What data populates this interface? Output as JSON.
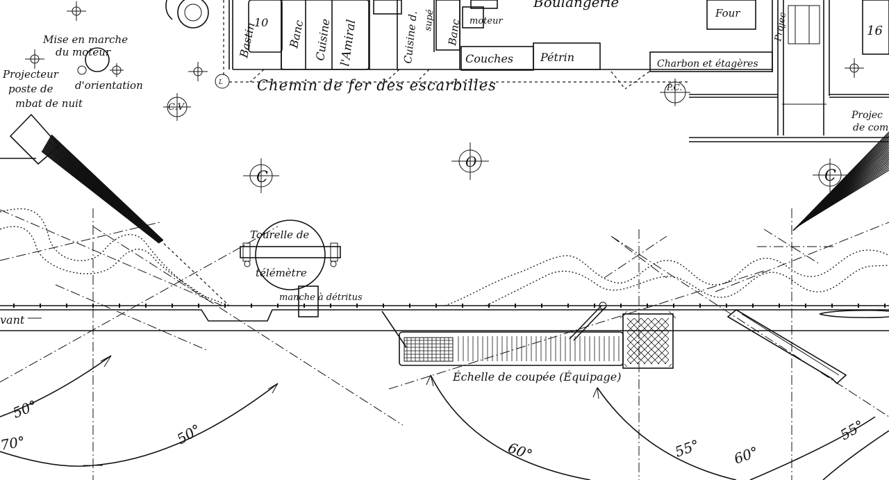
{
  "rooms": {
    "bastion": "Bastin",
    "room_10": "10",
    "banc_1": "Banc",
    "cuisine_amiral_a": "Cuisine",
    "cuisine_amiral_b": "l'Amiral",
    "cuisine_sup_a": "Cuisine d.",
    "cuisine_sup_b": "supé",
    "banc_2": "Banc",
    "moteur": "moteur",
    "couches": "Couches",
    "petrin": "Pétrin",
    "boulangerie": "Boulangerie",
    "four": "Four",
    "charbon": "Charbon et étagères",
    "room_16": "16"
  },
  "labels": {
    "rail": "Chemin de fer des escarbilles",
    "pc": "P.C.",
    "cv": "C.V",
    "c_left": "C",
    "c_right": "C",
    "o_mark": "O",
    "l_mark": "L",
    "mise_en_marche_1": "Mise en marche",
    "mise_en_marche_2": "du moteur",
    "projecteur_left_1": "Projecteur",
    "projecteur_left_2": "poste de",
    "projecteur_left_3": "mbat de nuit",
    "orientation": "d'orientation",
    "projecteur_right_1": "Projec",
    "projecteur_right_2": "de com",
    "projecteur_top_right": "Projec",
    "tourelle_1": "Tourelle de",
    "tourelle_2": "télémètre",
    "manche": "manche à détritus",
    "echelle": "Échelle de coupée (Équipage)",
    "avant": "vant"
  },
  "angles": {
    "a1": "50°",
    "a2": "70°",
    "a3": "50°",
    "a4": "60°",
    "a5": "55°",
    "a6": "60°",
    "a7": "55°"
  }
}
